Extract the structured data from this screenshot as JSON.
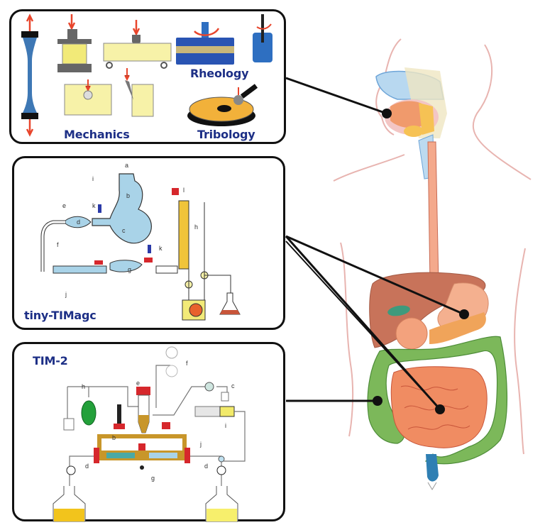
{
  "panels": {
    "mechanics_rheology_tribology": {
      "labels": {
        "mechanics": "Mechanics",
        "rheology": "Rheology",
        "tribology": "Tribology"
      },
      "target": "mouth"
    },
    "tiny_timagc": {
      "title": "tiny-TIMagc",
      "component_letters": [
        "a",
        "b",
        "c",
        "d",
        "e",
        "f",
        "g",
        "h",
        "i",
        "j",
        "k",
        "k",
        "l"
      ],
      "targets": [
        "stomach",
        "small-intestine"
      ]
    },
    "tim2": {
      "title": "TIM-2",
      "component_letters": [
        "b",
        "c",
        "d",
        "d",
        "e",
        "f",
        "g",
        "h",
        "i",
        "j"
      ],
      "target": "large-intestine"
    }
  },
  "anatomy": {
    "organs": [
      "mouth",
      "esophagus",
      "liver",
      "stomach",
      "pancreas",
      "small-intestine",
      "large-intestine",
      "rectum"
    ]
  },
  "colors": {
    "label_blue": "#1d2f86",
    "connector": "#111111",
    "stomach": "#f4b08f",
    "liver": "#c8735a",
    "small_intestine": "#f08c62",
    "large_intestine": "#7cb85a",
    "apparatus_yellow": "#f4e98a",
    "apparatus_blue": "#a9d3e8",
    "arrow_red": "#e8452c"
  }
}
